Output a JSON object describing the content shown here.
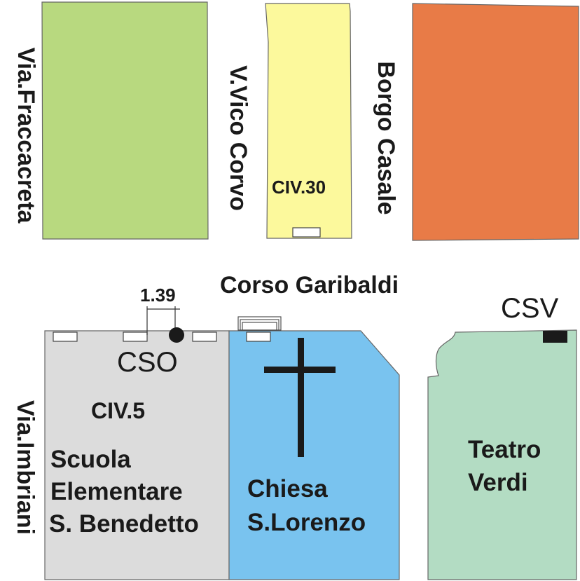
{
  "colors": {
    "green_block": "#b8d97f",
    "yellow_block": "#fcf99c",
    "orange_block": "#e87b47",
    "school_block": "#dcdcdc",
    "church_block": "#79c3ef",
    "theatre_block": "#b3dcc3",
    "outline": "#666666",
    "text": "#1a1a1a"
  },
  "streets": {
    "via_fraccacreta": "Via.Fraccacreta",
    "v_vico_corvo": "V.Vico Corvo",
    "borgo_casale": "Borgo Casale",
    "corso_garibaldi": "Corso Garibaldi",
    "via_imbriani": "Via.Imbriani"
  },
  "labels": {
    "civ30": "CIV.30",
    "measure": "1.39",
    "cso": "CSO",
    "civ5": "CIV.5",
    "school_line1": "Scuola",
    "school_line2": "Elementare",
    "school_line3": "S. Benedetto",
    "church_line1": "Chiesa",
    "church_line2": "S.Lorenzo",
    "theatre_line1": "Teatro",
    "theatre_line2": "Verdi",
    "csv": "CSV"
  }
}
